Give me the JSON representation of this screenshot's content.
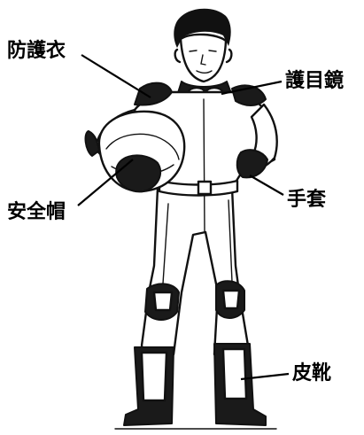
{
  "labels": {
    "protective_suit": "防護衣",
    "goggles": "護目鏡",
    "helmet": "安全帽",
    "gloves": "手套",
    "boots": "皮靴"
  }
}
